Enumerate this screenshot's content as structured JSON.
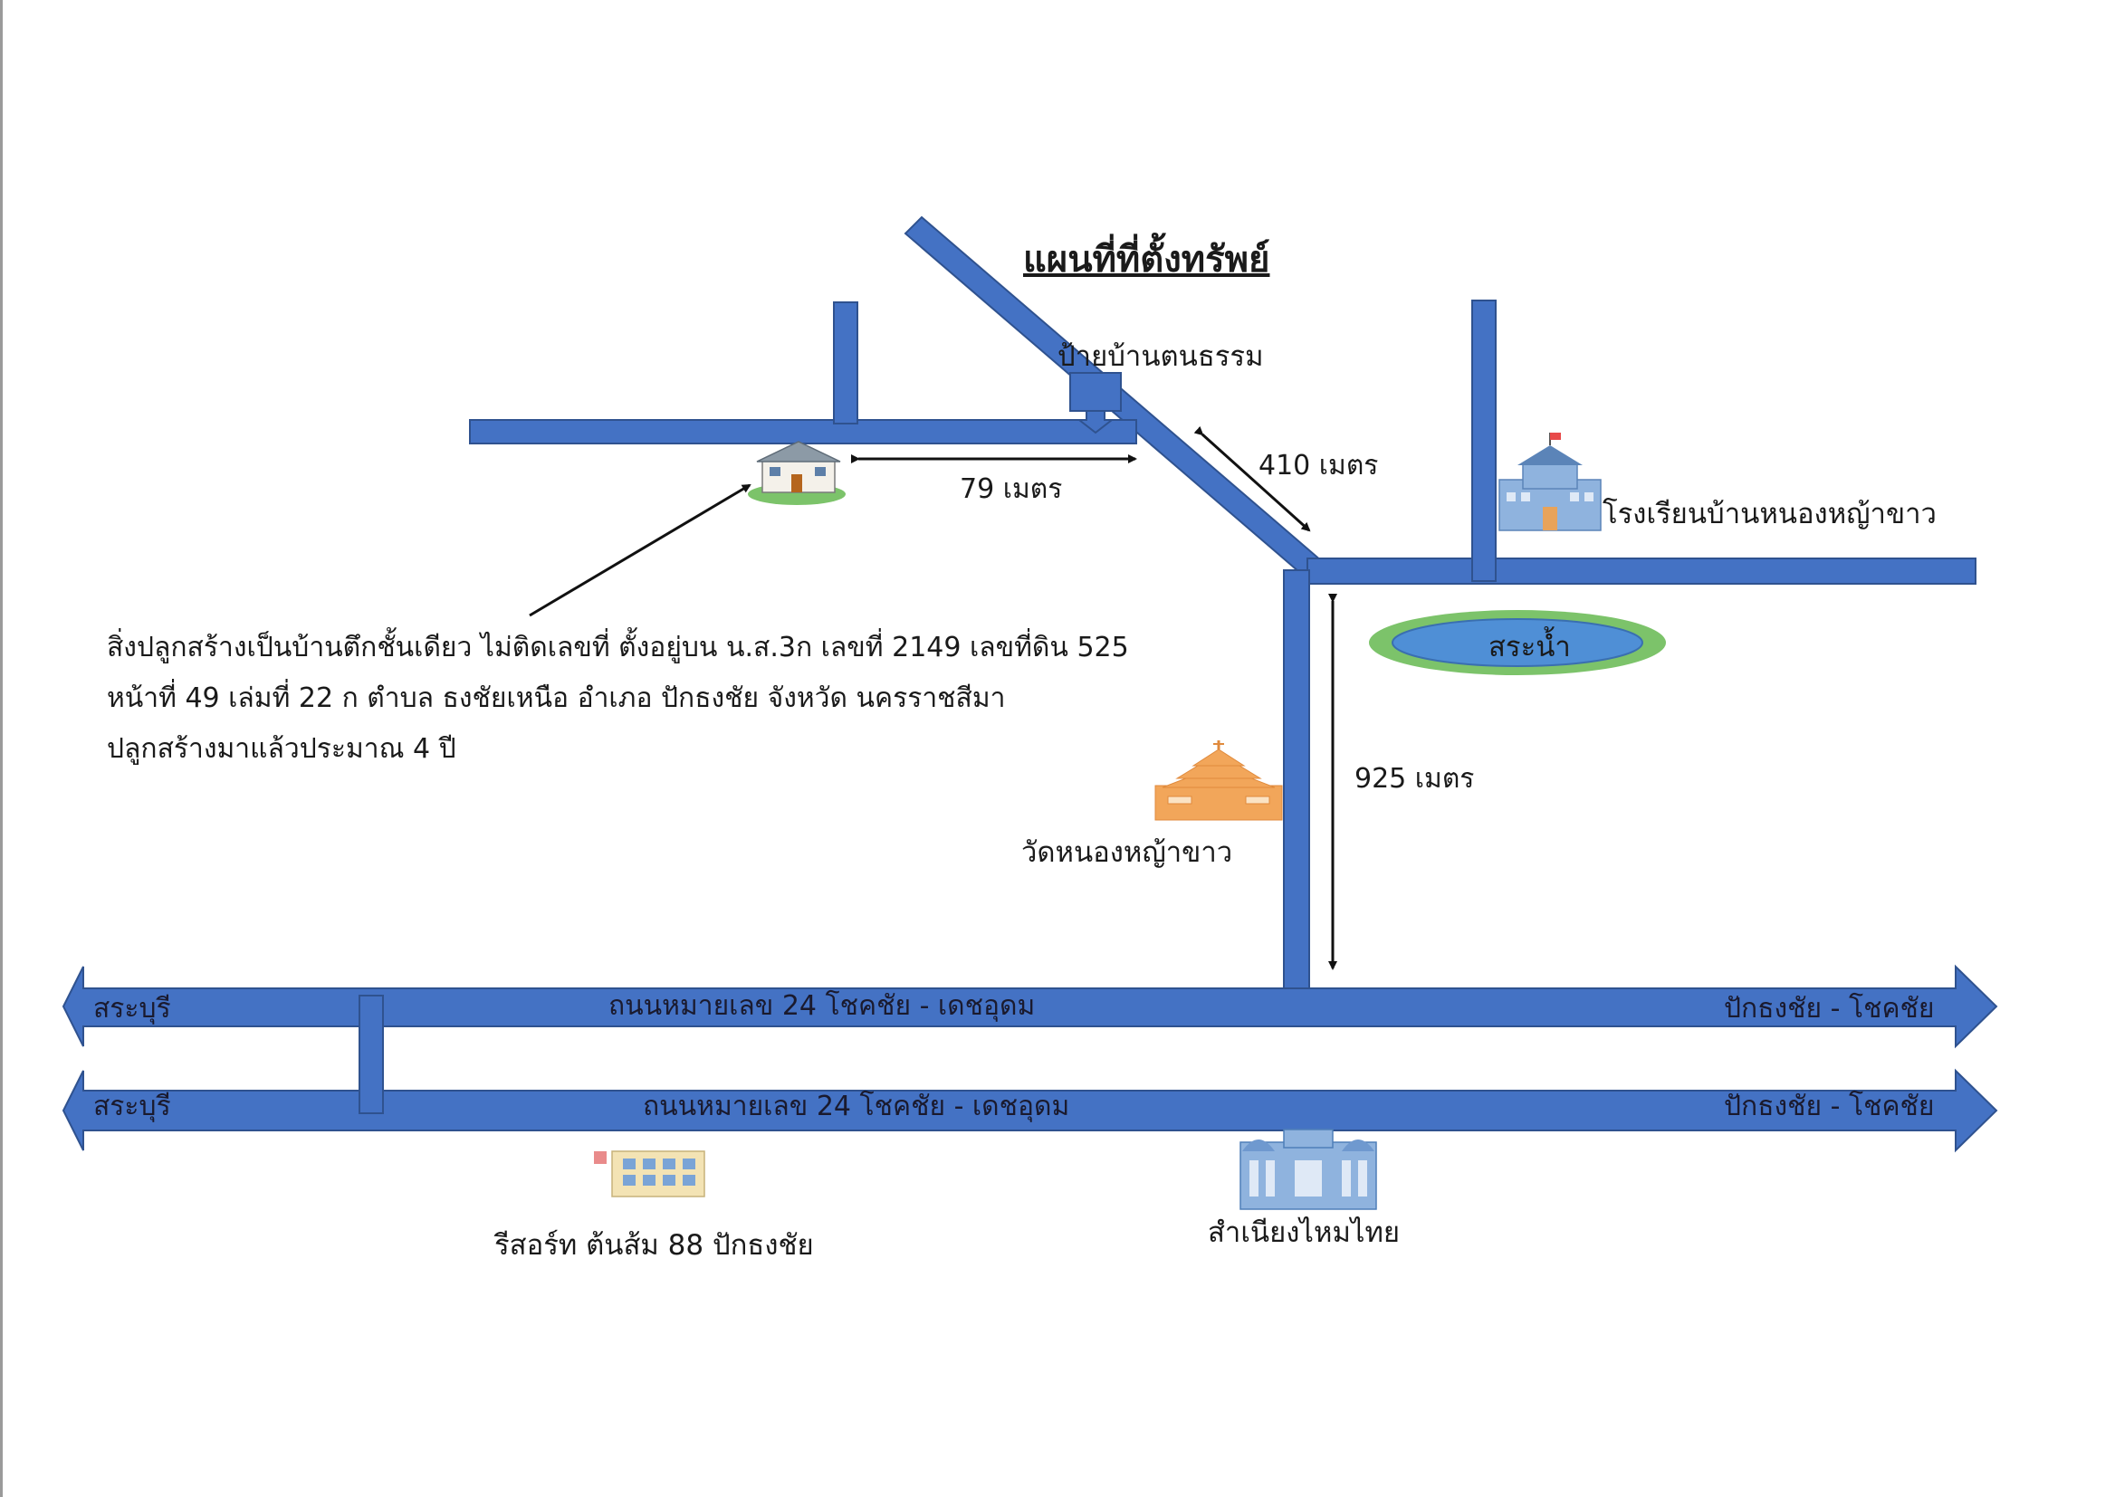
{
  "title": "แผนที่ที่ตั้งทรัพย์",
  "colors": {
    "road": "#4472c4",
    "road_border": "#2f528f",
    "pond": "#4f8fd6",
    "grass": "#7cc36a",
    "temple": "#f2a65a"
  },
  "landmarks": {
    "sign": "ป้ายบ้านตนธรรม",
    "school": "โรงเรียนบ้านหนองหญ้าขาว",
    "pond": "สระน้ำ",
    "temple": "วัดหนองหญ้าขาว",
    "resort": "รีสอร์ท ต้นส้ม 88 ปักธงชัย",
    "shop": "สำเนียงไหมไทย"
  },
  "distances": {
    "house_to_sign": "79 เมตร",
    "diagonal": "410 เมตร",
    "vertical": "925 เมตร"
  },
  "highway": {
    "upper_left": "สระบุรี",
    "upper_center": "ถนนหมายเลข 24 โชคชัย - เดชอุดม",
    "upper_right": "ปักธงชัย - โชคชัย",
    "lower_left": "สระบุรี",
    "lower_center": "ถนนหมายเลข 24 โชคชัย - เดชอุดม",
    "lower_right": "ปักธงชัย - โชคชัย"
  },
  "note": {
    "line1": "สิ่งปลูกสร้างเป็นบ้านตึกชั้นเดียว ไม่ติดเลขที่ ตั้งอยู่บน น.ส.3ก เลขที่ 2149 เลขที่ดิน 525",
    "line2": "หน้าที่ 49 เล่มที่ 22 ก  ตำบล ธงชัยเหนือ อำเภอ ปักธงชัย จังหวัด นครราชสีมา",
    "line3": "ปลูกสร้างมาแล้วประมาณ 4 ปี"
  },
  "icons": {
    "house": "house-icon",
    "school": "school-icon",
    "temple": "temple-icon",
    "resort": "resort-building-icon",
    "shop": "shop-building-icon",
    "sign": "signpost-icon"
  }
}
